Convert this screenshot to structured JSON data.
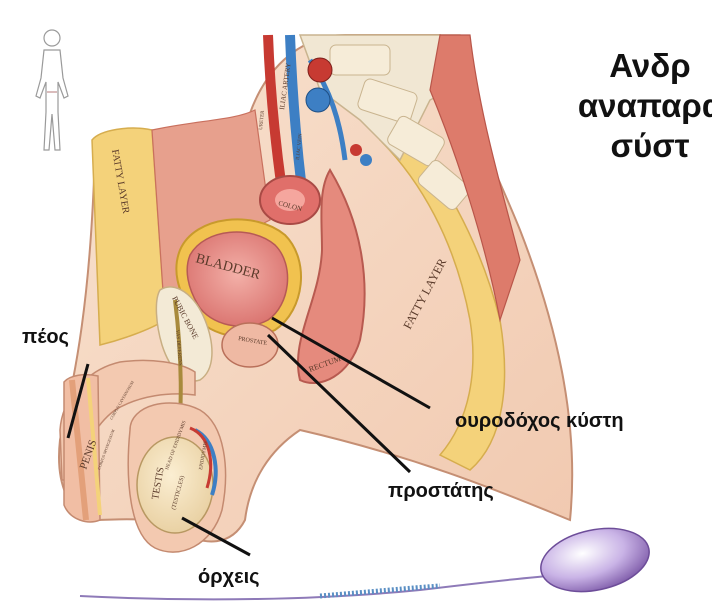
{
  "title": {
    "line1": "Ανδρ",
    "line2": "αναπαρα",
    "line3": "σύστ"
  },
  "labels": {
    "penis": "πέος",
    "bladder": "ουροδόχος κύστη",
    "prostate": "προστάτης",
    "testes": "όρχεις"
  },
  "anatomy_text": {
    "fatty_layer_left": "FATTY LAYER",
    "fatty_layer_right": "FATTY LAYER",
    "bladder": "BLADDER",
    "pubic_bone": "PUBIC BONE",
    "prostate": "PROSTATE",
    "rectum": "RECTUM",
    "penis": "PENIS",
    "testis": "TESTIS",
    "testicles": "(TESTICLES)",
    "head_of_epididymis": "HEAD OF EPIDIDYMIS",
    "iliac_artery": "ILIAC ARTERY",
    "ureter": "URETER",
    "iliac_vein": "ILIAC VEIN",
    "colon": "COLON",
    "vas_deferens": "VAS DEFERENS",
    "corpus_spongiosum": "CORPUS SPONGIOSUM",
    "corpus_cavernosum": "CORPUS CAVERNOSUM",
    "epididymis": "EPIDIDYMIS"
  },
  "colors": {
    "fat": "#f4d27a",
    "muscle": "#e38c78",
    "skin": "#f7ddc6",
    "bone": "#f3ead6",
    "bladder": "#e98f8f",
    "vessel_red": "#c73a32",
    "vessel_blue": "#3d7fc4",
    "leader_line": "#111111",
    "sperm": "#9b7cc4"
  }
}
